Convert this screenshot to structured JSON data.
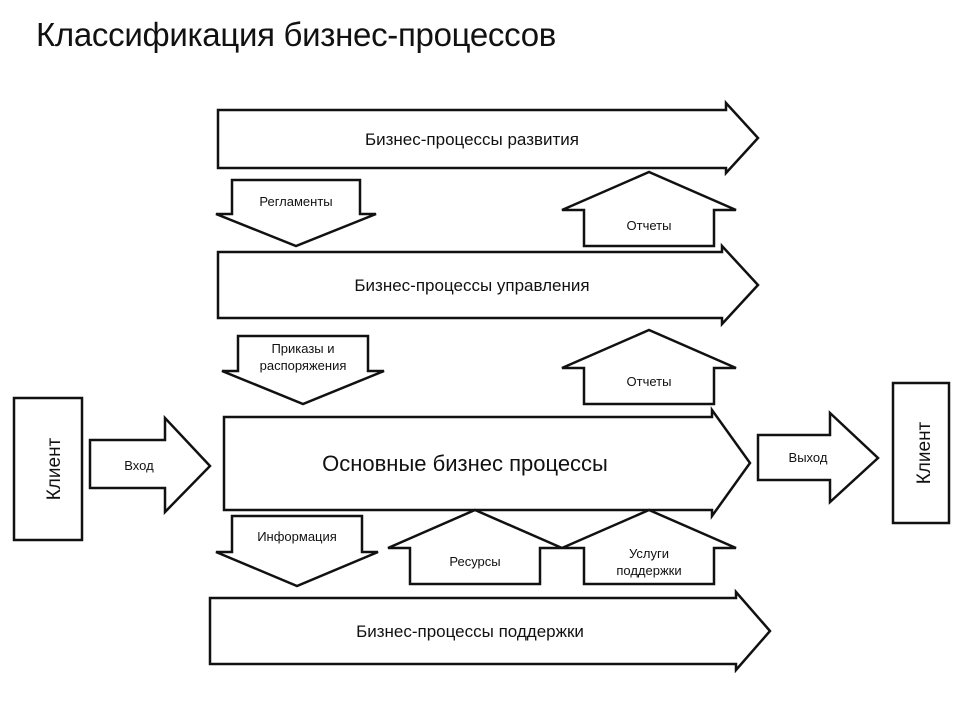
{
  "title": "Классификация бизнес-процессов",
  "client_left": "Клиент",
  "client_right": "Клиент",
  "input_label": "Вход",
  "output_label": "Выход",
  "process_development": "Бизнес-процессы развития",
  "process_management": "Бизнес-процессы управления",
  "process_core": "Основные бизнес процессы",
  "process_support": "Бизнес-процессы поддержки",
  "regulations": "Регламенты",
  "reports_upper": "Отчеты",
  "orders_line1": "Приказы и",
  "orders_line2": "распоряжения",
  "reports_lower": "Отчеты",
  "information": "Информация",
  "resources": "Ресурсы",
  "support_services_line1": "Услуги",
  "support_services_line2": "поддержки"
}
